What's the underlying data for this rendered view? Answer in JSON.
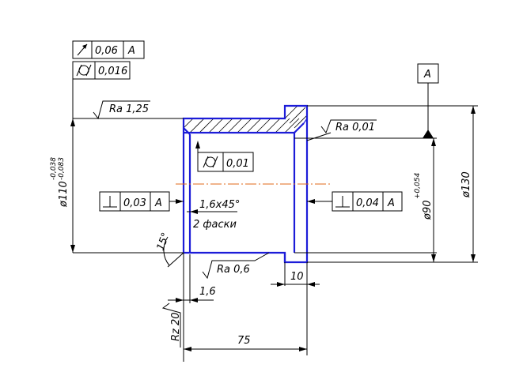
{
  "drawing": {
    "tolerances": {
      "runout_value": "0,06",
      "runout_datum": "A",
      "cylindricity_top": "0,016",
      "cylindricity_inner": "0,01",
      "perp_left_value": "0,03",
      "perp_left_datum": "A",
      "perp_right_value": "0,04",
      "perp_right_datum": "A"
    },
    "datum_label": "A",
    "roughness": {
      "outer": "Ra 1,25",
      "bore": "Ra 0,01",
      "face": "Ra 0,6",
      "rz": "Rz 20"
    },
    "dims": {
      "outer_dia": "ø110",
      "outer_dia_upper": "-0,038",
      "outer_dia_lower": "-0,083",
      "inner_dia": "ø90",
      "inner_dia_tol": "+0,054",
      "flange_dia": "ø130",
      "chamfer": "1,6x45°",
      "chamfer_note": "2 фаски",
      "angle": "15°",
      "flange_width": "10",
      "small_dim": "1,6",
      "length": "75"
    }
  }
}
